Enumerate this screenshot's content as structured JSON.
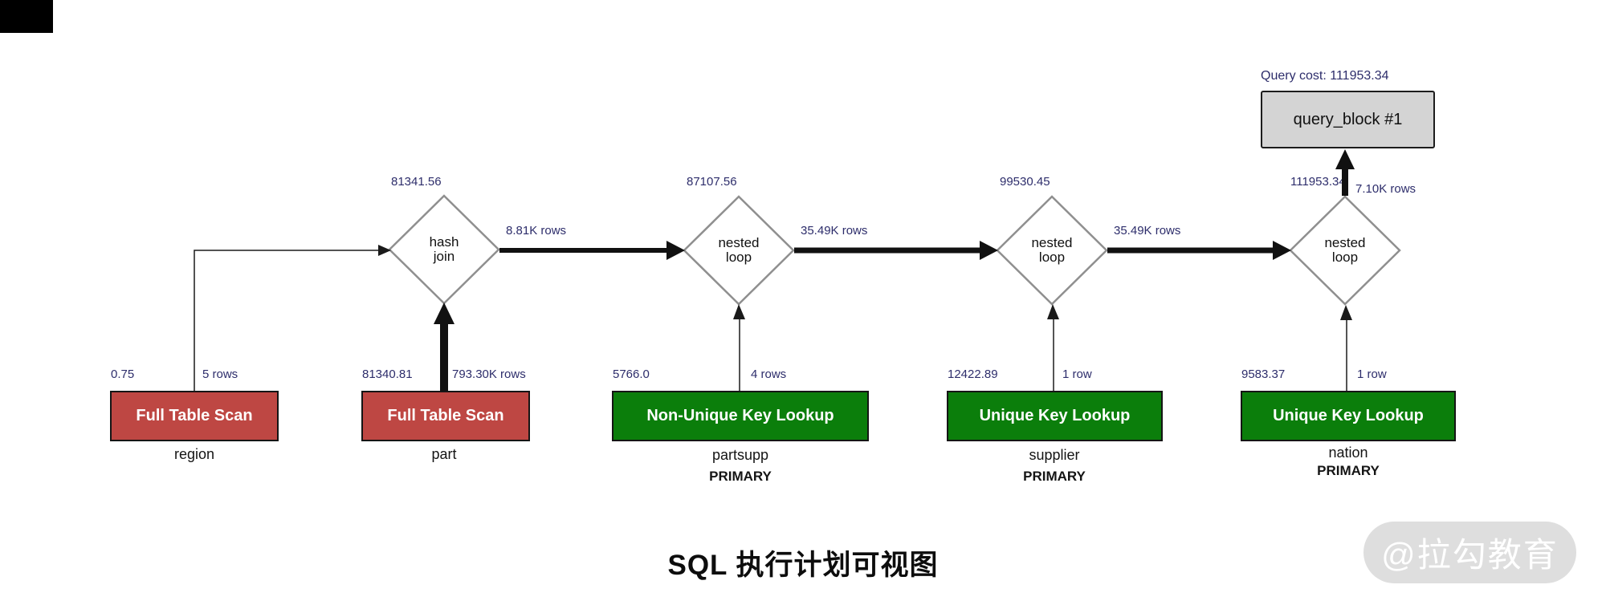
{
  "header": {
    "query_cost_label": "Query cost: 111953.34",
    "query_block_label": "query_block #1"
  },
  "join_nodes": [
    {
      "label": "hash\njoin",
      "cost": "81341.56"
    },
    {
      "label": "nested\nloop",
      "cost": "87107.56"
    },
    {
      "label": "nested\nloop",
      "cost": "99530.45"
    },
    {
      "label": "nested\nloop",
      "cost": "111953.34"
    }
  ],
  "edge_labels": {
    "hash_join_out": "8.81K rows",
    "nested_loop_1_out": "35.49K rows",
    "nested_loop_2_out": "35.49K rows",
    "nested_loop_3_out": "7.10K rows"
  },
  "table_nodes": [
    {
      "access_type": "Full Table Scan",
      "table": "region",
      "cost": "0.75",
      "rows": "5 rows"
    },
    {
      "access_type": "Full Table Scan",
      "table": "part",
      "cost": "81340.81",
      "rows": "793.30K rows"
    },
    {
      "access_type": "Non-Unique Key Lookup",
      "table": "partsupp",
      "index": "PRIMARY",
      "cost": "5766.0",
      "rows": "4 rows"
    },
    {
      "access_type": "Unique Key Lookup",
      "table": "supplier",
      "index": "PRIMARY",
      "cost": "12422.89",
      "rows": "1 row"
    },
    {
      "access_type": "Unique Key Lookup",
      "table": "nation",
      "index": "PRIMARY",
      "cost": "9583.37",
      "rows": "1 row"
    }
  ],
  "caption": "SQL 执行计划可视图",
  "watermark": "@拉勾教育",
  "colors": {
    "full_table_scan_red": "#be4743",
    "key_lookup_green": "#0b7e0b",
    "query_block_fill": "#d4d4d4",
    "numeric_label_text": "#2d2d6b",
    "diamond_stroke": "#8f8f8f"
  }
}
